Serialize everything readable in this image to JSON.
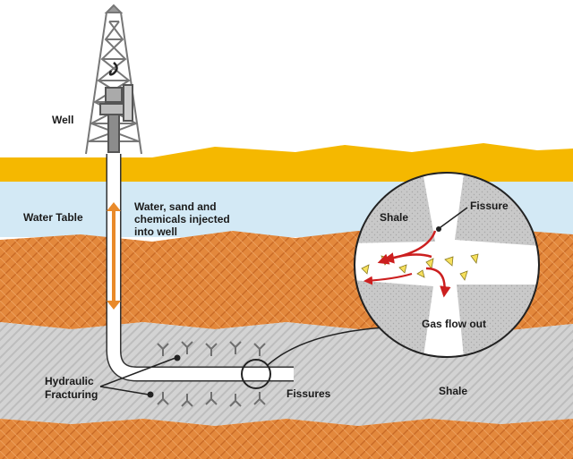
{
  "labels": {
    "well": "Well",
    "water_table": "Water Table",
    "injection_line1": "Water, sand and",
    "injection_line2": "chemicals injected",
    "injection_line3": "into well",
    "hydraulic_line1": "Hydraulic",
    "hydraulic_line2": "Fracturing",
    "fissures": "Fissures",
    "shale_ground": "Shale",
    "zoom_shale": "Shale",
    "zoom_fissure": "Fissure",
    "zoom_gas_flow": "Gas flow out"
  },
  "colors": {
    "sky": "#ffffff",
    "surface_sand": "#f5b800",
    "water_table": "#cfe6f3",
    "orange_rock": "#e3883c",
    "shale_gray": "#d2d2d2",
    "pipe": "#ffffff",
    "outline": "#333333",
    "flow_arrow": "#cc1f1f",
    "proppant": "#f6e05c",
    "injection_arrow": "#e98a2a"
  }
}
